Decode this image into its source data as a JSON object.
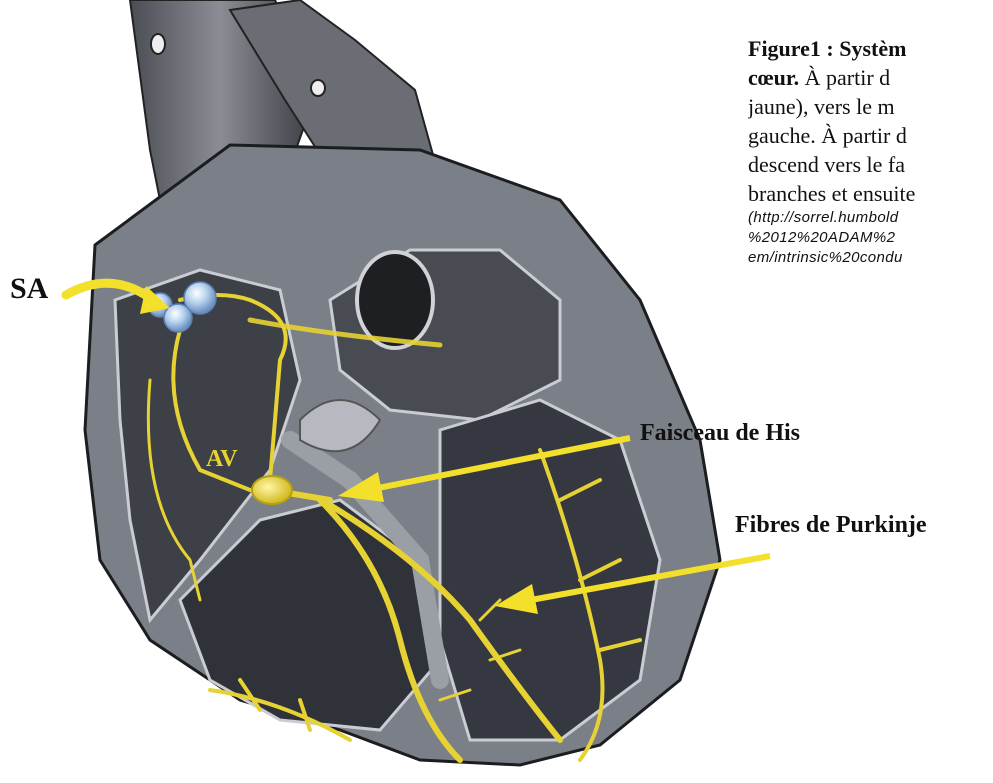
{
  "caption": {
    "line1": "Figure1 : Systèm",
    "line2_bold": "cœur.",
    "line2_rest": "  À partir d",
    "line3": "jaune), vers le m",
    "line4": "gauche. À partir d",
    "line5": "descend vers le fa",
    "line6": "branches et ensuite",
    "url1": "(http://sorrel.humbold",
    "url2": "%2012%20ADAM%2",
    "url3": "em/intrinsic%20condu"
  },
  "labels": {
    "sa": "SA",
    "av": "AV",
    "his": "Faisceau de His",
    "purkinje": "Fibres de Purkinje"
  },
  "colors": {
    "conduction": "#e6d233",
    "arrow": "#f2e02a",
    "node": "#9fc4ea",
    "heart_dark": "#2f3238",
    "heart_mid": "#5c6068",
    "heart_light": "#a7aab0"
  }
}
